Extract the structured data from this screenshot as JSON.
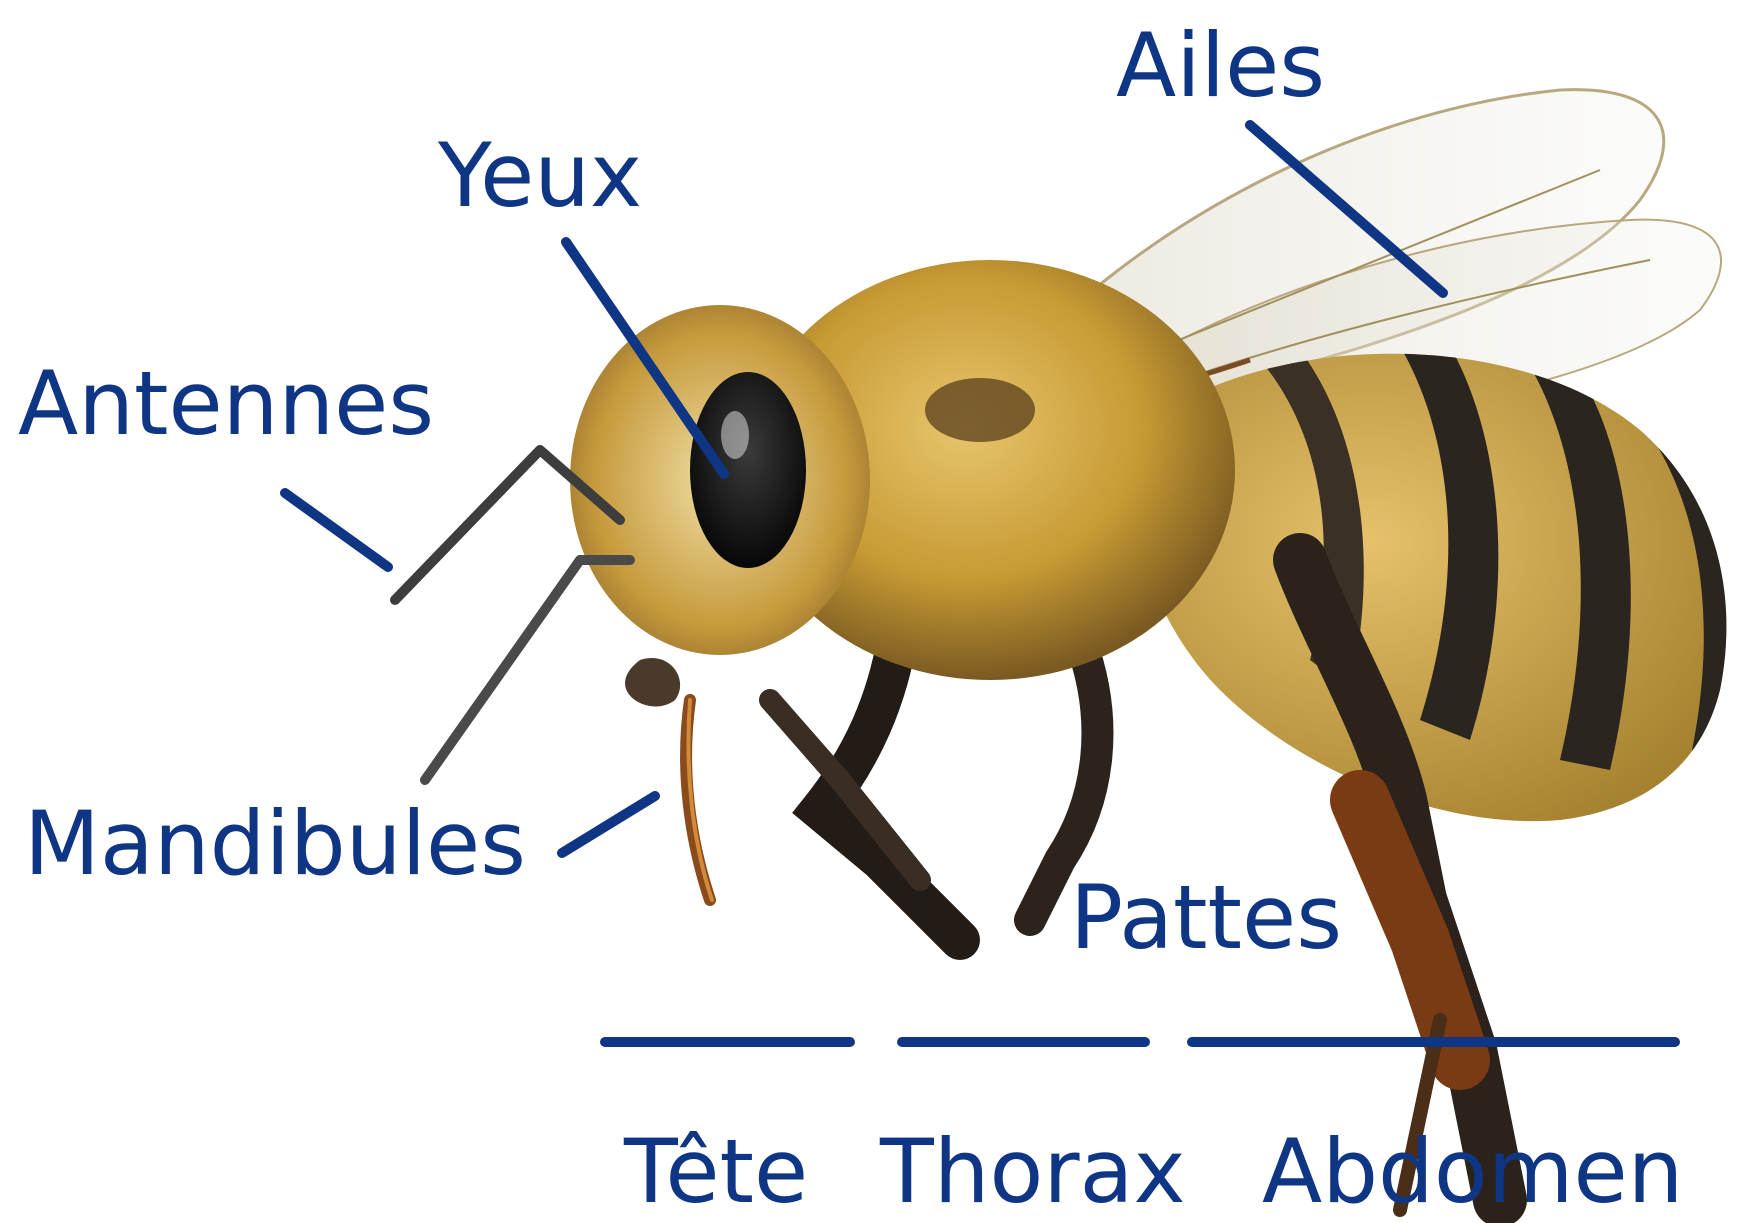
{
  "diagram": {
    "labels": {
      "ailes": "Ailes",
      "yeux": "Yeux",
      "antennes": "Antennes",
      "mandibules": "Mandibules",
      "pattes": "Pattes"
    },
    "segments": {
      "tete": "Tête",
      "thorax": "Thorax",
      "abdomen": "Abdomen"
    }
  },
  "colors": {
    "label": "#0f3585",
    "background": "#ffffff"
  }
}
